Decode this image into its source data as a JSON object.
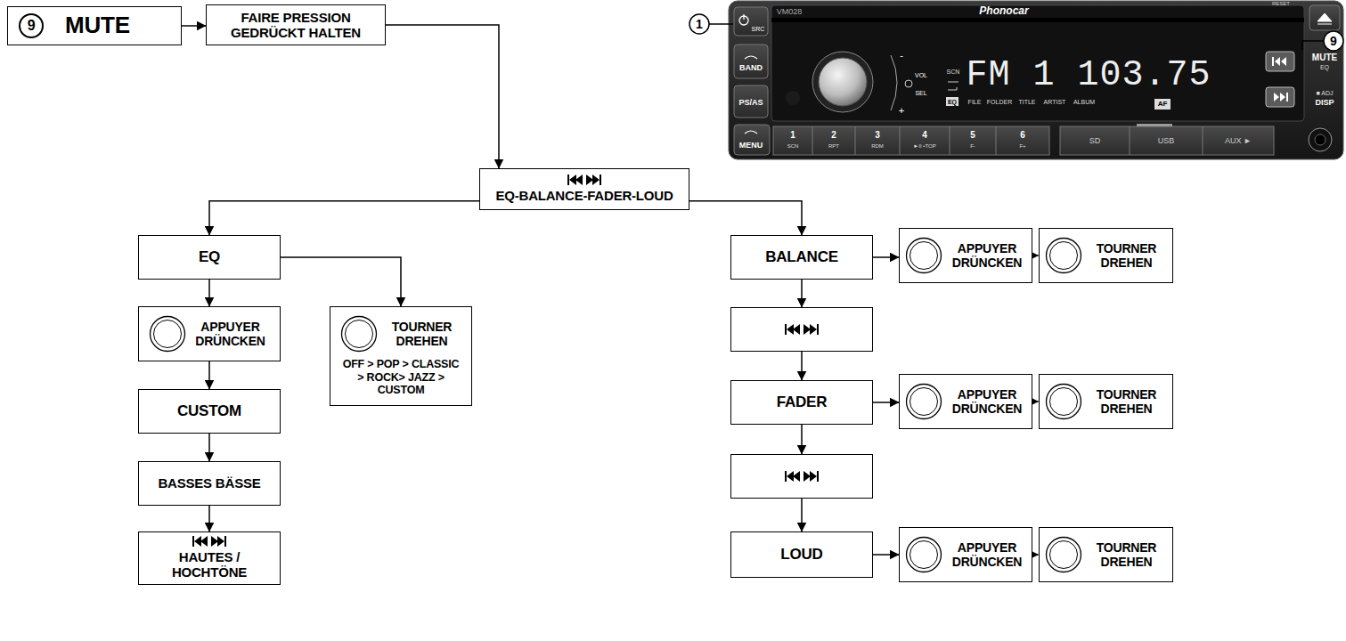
{
  "diagram": {
    "nodes": [
      {
        "text": [
          "9",
          "MUTE"
        ]
      },
      {
        "text": [
          "FAIRE PRESSION GEDRÜCKT HALTEN"
        ]
      },
      {
        "text": [
          "EQ-BALANCE-FADER-LOUD"
        ]
      },
      {
        "text": [
          "EQ"
        ]
      },
      {
        "text": [
          "APPUYER DRÜNCKEN"
        ]
      },
      {
        "text": [
          "TOURNER DREHEN",
          "OFF > POP > CLASSIC > ROCK> JAZZ > CUSTOM"
        ]
      },
      {
        "text": [
          "CUSTOM"
        ]
      },
      {
        "text": [
          "BASSES BÄSSE"
        ]
      },
      {
        "text": [
          "HAUTES / HOCHTÖNE"
        ]
      },
      {
        "text": [
          "BALANCE"
        ]
      },
      {
        "text": [
          "APPUYER DRÜNCKEN"
        ]
      },
      {
        "text": [
          "TOURNER DREHEN"
        ]
      },
      {
        "text": []
      },
      {
        "text": [
          "FADER"
        ]
      },
      {
        "text": [
          "APPUYER DRÜNCKEN"
        ]
      },
      {
        "text": [
          "TOURNER DREHEN"
        ]
      },
      {
        "text": []
      },
      {
        "text": [
          "LOUD"
        ]
      },
      {
        "text": [
          "APPUYER DRÜNCKEN"
        ]
      },
      {
        "text": [
          "TOURNER DREHEN"
        ]
      }
    ],
    "edges": [
      {
        "from": 0,
        "to": 1,
        "arrow": "to"
      },
      {
        "from": 1,
        "to": 2,
        "arrow": "to"
      },
      {
        "from": 2,
        "to": 3,
        "arrow": "to"
      },
      {
        "from": 2,
        "to": 9,
        "arrow": "to"
      },
      {
        "from": 3,
        "to": 4,
        "arrow": "to"
      },
      {
        "from": 3,
        "to": 5,
        "arrow": "to"
      },
      {
        "from": 4,
        "to": 6,
        "arrow": "to"
      },
      {
        "from": 6,
        "to": 7,
        "arrow": "to"
      },
      {
        "from": 7,
        "to": 8,
        "arrow": "to"
      },
      {
        "from": 9,
        "to": 10,
        "arrow": "to"
      },
      {
        "from": 10,
        "to": 11,
        "arrow": "to"
      },
      {
        "from": 9,
        "to": 12,
        "arrow": "to"
      },
      {
        "from": 12,
        "to": 13,
        "arrow": "to"
      },
      {
        "from": 13,
        "to": 14,
        "arrow": "to"
      },
      {
        "from": 14,
        "to": 15,
        "arrow": "to"
      },
      {
        "from": 13,
        "to": 16,
        "arrow": "to"
      },
      {
        "from": 16,
        "to": 17,
        "arrow": "to"
      },
      {
        "from": 17,
        "to": 18,
        "arrow": "to"
      },
      {
        "from": 18,
        "to": 19,
        "arrow": "to"
      }
    ],
    "labels": [
      "1",
      "VM028",
      "Phonocar",
      "RESET",
      "SRC",
      "BAND",
      "PS/AS",
      "MENU",
      "-",
      "VOL",
      "SEL",
      "+",
      "SCN",
      "FM 1 103.75",
      "EQ",
      "FILE",
      "FOLDER",
      "TITLE",
      "ARTIST",
      "ALBUM",
      "AF",
      "1",
      "SCN",
      "2",
      "RPT",
      "3",
      "RDM",
      "4",
      "►II •TOP",
      "5",
      "F-",
      "6",
      "F+",
      "SD",
      "USB",
      "AUX ►",
      "MUTE",
      "EQ",
      "■ ADJ",
      "DISP",
      "9"
    ]
  }
}
